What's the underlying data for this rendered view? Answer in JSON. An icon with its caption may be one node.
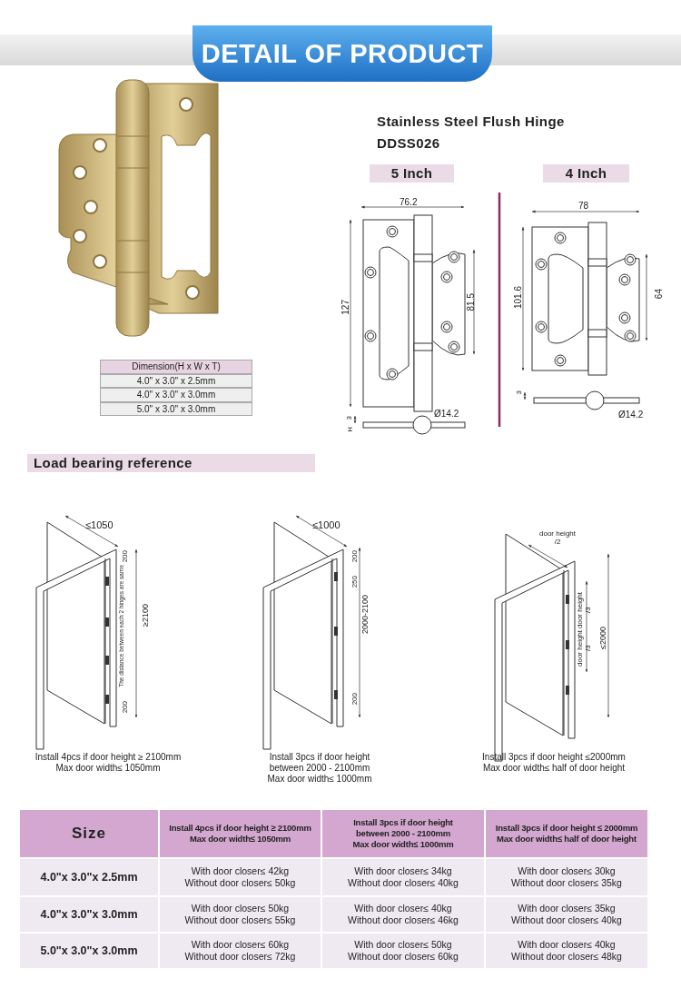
{
  "diagram": {
    "title": "DETAIL OF PRODUCT",
    "nodes": [
      {
        "text": [
          "5 Inch"
        ]
      },
      {
        "text": [
          "4 Inch"
        ]
      },
      {
        "text": [
          "Load bearing reference"
        ]
      }
    ],
    "labels": [
      "Stainless Steel Flush Hinge",
      "DDSS026",
      "Dimension(H x W x T)",
      "4.0\" x 3.0\" x 2.5mm",
      "4.0\" x 3.0\" x 3.0mm",
      "5.0\" x 3.0\" x 3.0mm",
      "76.2",
      "127",
      "81.5",
      "3",
      "H",
      "Ø14.2",
      "78",
      "101.6",
      "64",
      "3",
      "Ø14.2",
      "≤1050",
      "200",
      "The distance between each 2 hinges are same",
      "≥2100",
      "200",
      "Install 4pcs if door height ≥ 2100mm Max door width≤ 1050mm",
      "≤1000",
      "200",
      "250",
      "2000-2100",
      "200",
      "Install 3pcs if door height between 2000 - 2100mm Max door width≤ 1000mm",
      "door height /2",
      "door height /3",
      "door height /3",
      "≤2000",
      "Install 3pcs if door height ≤2000mm Max door width≤ half of door height",
      "Size",
      "Install 4pcs if door height ≥ 2100mm Max door width≤ 1050mm",
      "Install 3pcs if door height between 2000 - 2100mm Max door width≤ 1000mm",
      "Install 3pcs if door height ≤ 2000mm Max door width≤ half of door height",
      "4.0\"x 3.0\"x 2.5mm",
      "With door closer≤ 42kg Without door closer≤ 50kg",
      "With door closer≤ 34kg Without door closer≤ 40kg",
      "With door closer≤ 30kg Without door closer≤ 35kg",
      "4.0\"x 3.0\"x 3.0mm",
      "With door closer≤ 50kg Without door closer≤ 55kg",
      "With door closer≤ 40kg Without door closer≤ 46kg",
      "With door closer≤ 35kg Without door closer≤ 40kg",
      "5.0\"x 3.0\"x 3.0mm",
      "With door closer≤ 60kg Without door closer≤ 72kg",
      "With door closer≤ 50kg Without door closer≤ 60kg",
      "With door closer≤ 40kg Without door closer≤ 48kg"
    ]
  }
}
